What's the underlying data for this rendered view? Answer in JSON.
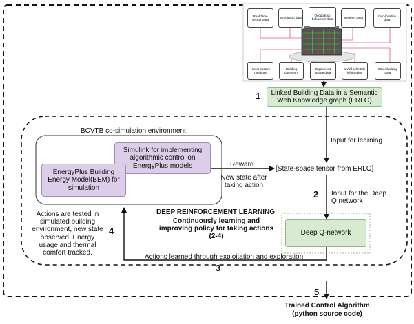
{
  "kg_image": {
    "inputs_top": [
      "Real-Time sensor data",
      "Simulation data",
      "Occupancy behaviour data",
      "Weather Data",
      "Geo-location data"
    ],
    "inputs_bottom": [
      "HVAC system monitors",
      "Building Geometry",
      "Equipment usage data",
      "on/off schedule information",
      "Other building data"
    ]
  },
  "nodes": {
    "ldb_graph": "Linked Building Data in a Semantic Web Knowledge graph (ERLO)",
    "bcvtb_title": "BCVTB co-simulation environment",
    "simulink": "Simulink for implementing algorithmic control on EnergyPlus models",
    "energyplus": "EnergyPlus Building Energy Model(BEM) for simulation",
    "state_tensor": "[State-space tensor from ERLO]",
    "dqn": "Deep Q-network",
    "drl_title": "DEEP REINFORCEMENT LEARNING",
    "drl_subtitle": "Continuously learning and improving policy for taking actions (2-4)",
    "trained_title": "Trained Control Algorithm",
    "trained_sub": "(python source code)"
  },
  "labels": {
    "input_learning": "Input for learning",
    "input_dqn": "Input for the Deep Q network",
    "reward": "Reward",
    "new_state": "New state after taking action",
    "actions_tested": "Actions are tested in simulated building environment, new state observed. Energy usage and thermal comfort tracked.",
    "actions_learned": "Actions learned through exploitation and exploration"
  },
  "steps": {
    "s1": "1",
    "s2": "2",
    "s3": "3",
    "s4": "4",
    "s5": "5"
  },
  "colors": {
    "purple_fill": "#dccde8",
    "green_fill": "#d8ead2",
    "kg_line": "#e05a8a"
  }
}
